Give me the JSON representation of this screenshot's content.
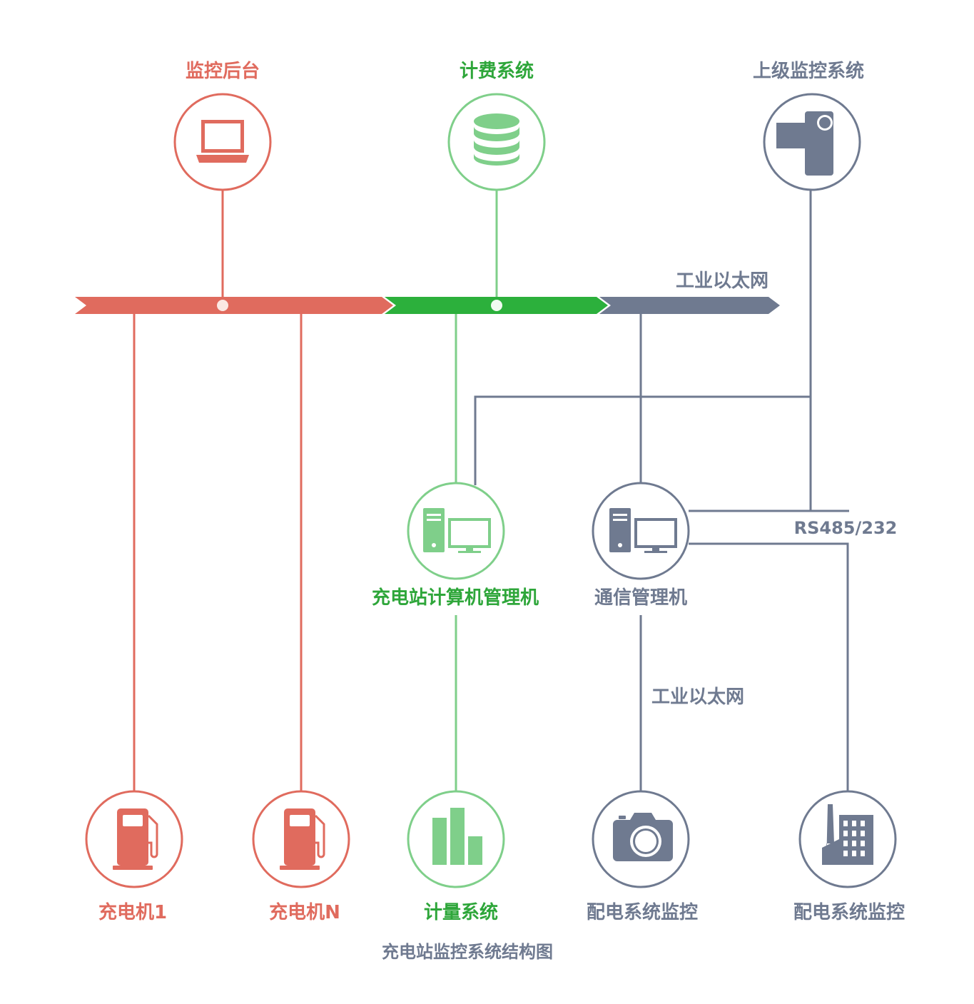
{
  "colors": {
    "red": "#e06b5e",
    "green_light": "#7fcf8a",
    "green_dark": "#2cb03c",
    "green_text": "#2ea63a",
    "slate": "#6f7a90"
  },
  "nodes": {
    "monitor_backend": {
      "label": "监控后台",
      "icon": "laptop-icon"
    },
    "billing_system": {
      "label": "计费系统",
      "icon": "database-icon"
    },
    "upper_monitor": {
      "label": "上级监控系统",
      "icon": "video-camera-icon"
    },
    "station_computer": {
      "label": "充电站计算机管理机",
      "icon": "desktop-computer-icon"
    },
    "comm_manager": {
      "label": "通信管理机",
      "icon": "desktop-computer-icon"
    },
    "charger_1": {
      "label": "充电机1",
      "icon": "fuel-pump-icon"
    },
    "charger_n": {
      "label": "充电机N",
      "icon": "fuel-pump-icon"
    },
    "metering_system": {
      "label": "计量系统",
      "icon": "bar-chart-icon"
    },
    "power_monitor_1": {
      "label": "配电系统监控",
      "icon": "camera-icon"
    },
    "power_monitor_2": {
      "label": "配电系统监控",
      "icon": "factory-icon"
    }
  },
  "links": {
    "ethernet_bus": "工业以太网",
    "ethernet_lower": "工业以太网",
    "serial": "RS485/232"
  },
  "caption": "充电站监控系统结构图"
}
